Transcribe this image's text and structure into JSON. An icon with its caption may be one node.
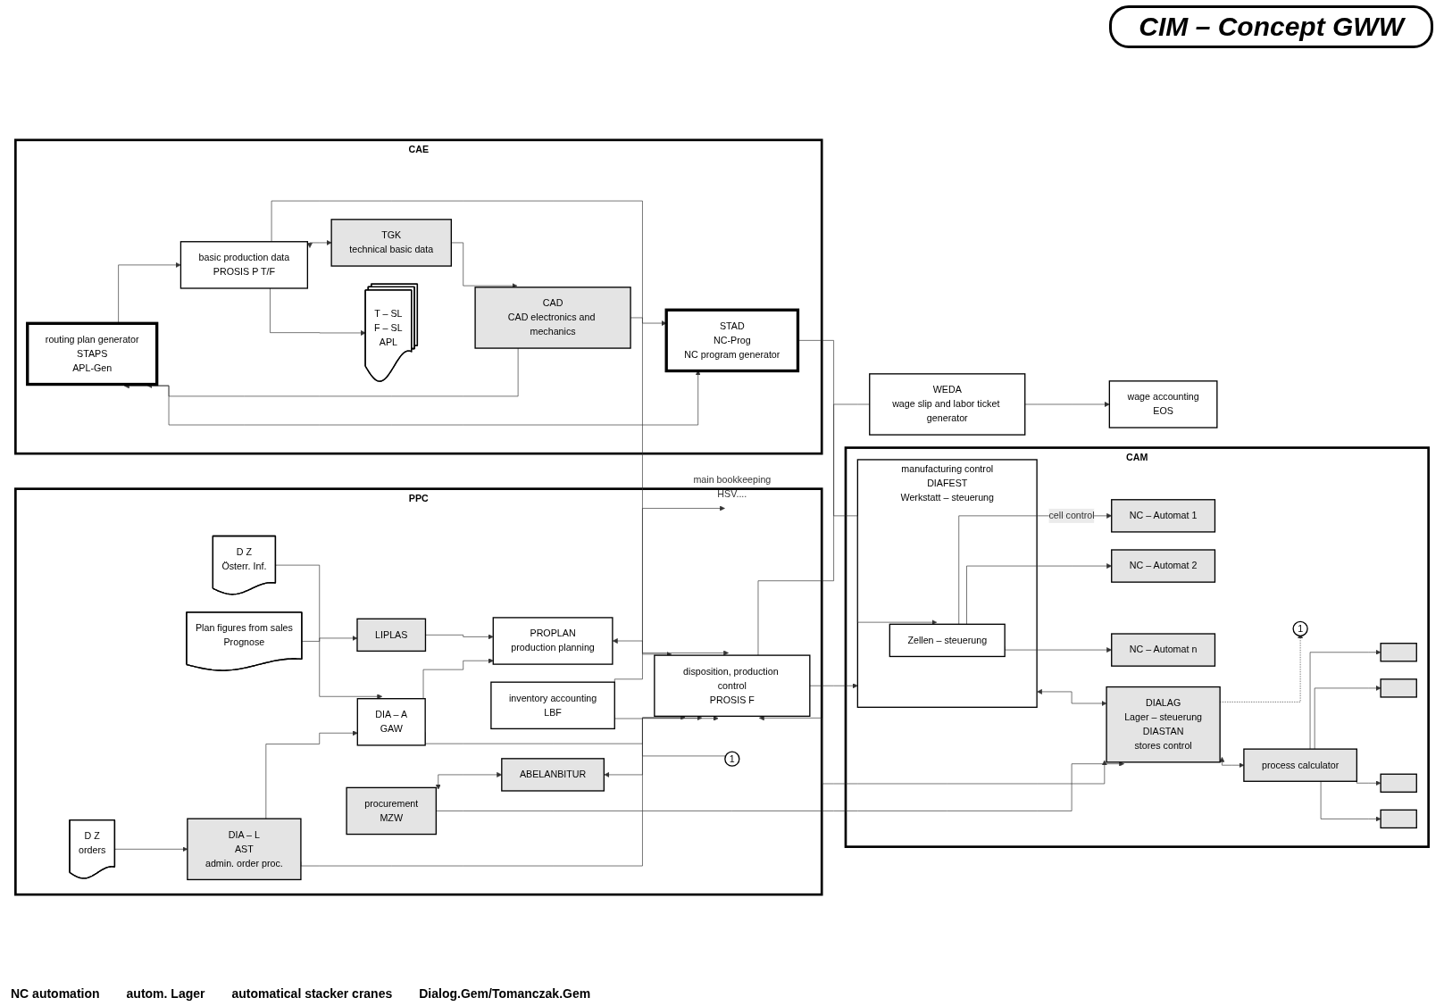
{
  "diagram": {
    "title": "CIM – Concept GWW",
    "nodes": [
      {
        "text": [
          "PPC"
        ]
      },
      {
        "text": [
          "D Z",
          "orders"
        ],
        "in": 0
      },
      {
        "text": [
          "D Z",
          "Österr. Inf."
        ],
        "in": 0
      },
      {
        "text": [
          "Plan figures from sales",
          "Prognose"
        ],
        "in": 0
      },
      {
        "text": [
          "LIPLAS"
        ],
        "in": 0
      },
      {
        "text": [
          "DIA – L",
          "AST",
          "admin. order proc."
        ],
        "in": 0
      },
      {
        "text": [
          "PROPLAN",
          "production planning"
        ],
        "in": 0
      },
      {
        "text": [
          "DIA – A",
          "GAW"
        ],
        "in": 0
      },
      {
        "text": [
          "inventory accounting",
          "LBF"
        ],
        "in": 0
      },
      {
        "text": [
          "1"
        ],
        "in": 0
      },
      {
        "text": [
          "disposition, production control",
          "PROSIS F"
        ],
        "in": 0
      },
      {
        "text": [
          "procurement",
          "MZW"
        ],
        "in": 0
      },
      {
        "text": [
          "ABELANBITUR"
        ],
        "in": 0
      },
      {
        "text": [
          "main bookkeeping",
          "HSV...."
        ]
      },
      {
        "text": [
          "CAE"
        ]
      },
      {
        "text": [
          "routing plan generator",
          "STAPS",
          "APL-Gen"
        ],
        "in": 14
      },
      {
        "text": [
          "basic production data",
          "PROSIS P T/F"
        ],
        "in": 14
      },
      {
        "text": [
          "TGK",
          "technical basic data"
        ],
        "in": 14
      },
      {
        "text": [
          "CAD",
          "CAD electronics and mechanics"
        ],
        "in": 14
      },
      {
        "text": [
          "STAD",
          "NC-Prog",
          "NC program generator"
        ],
        "in": 14
      },
      {
        "text": [
          "T – SL",
          "F – SL",
          "APL"
        ],
        "in": 14
      },
      {
        "text": [
          "wage accounting",
          "EOS"
        ]
      },
      {
        "text": [
          "WEDA",
          "wage slip and labor ticket generator"
        ]
      },
      {
        "text": [
          "CAM"
        ]
      },
      {
        "text": [
          "manufacturing control",
          "DIAFEST",
          "Werkstatt – steuerung"
        ],
        "in": 23
      },
      {
        "text": [
          "Zellen – steuerung"
        ],
        "in": 24
      },
      {
        "text": [
          "DIALAG",
          "Lager – steuerung",
          "DIASTAN",
          "stores control"
        ],
        "in": 23
      },
      {
        "text": [
          "1"
        ],
        "in": 23
      },
      {
        "text": [
          "process calculator"
        ],
        "in": 23
      },
      {
        "text": [],
        "shape": "box",
        "in": 23
      },
      {
        "text": [],
        "shape": "box",
        "in": 23
      },
      {
        "text": [],
        "shape": "box",
        "in": 23
      },
      {
        "text": [],
        "shape": "box",
        "in": 23
      },
      {
        "text": [
          "NC – Automat 1"
        ],
        "in": 23
      },
      {
        "text": [
          "NC – Automat 2"
        ],
        "in": 23
      },
      {
        "text": [
          "NC – Automat n"
        ],
        "in": 23
      }
    ],
    "edges": [
      {
        "from": 1,
        "to": 5,
        "arrow": "to"
      },
      {
        "from": 2,
        "to": 7,
        "arrow": "to"
      },
      {
        "from": 3,
        "to": 4,
        "arrow": "to"
      },
      {
        "from": 4,
        "to": 6,
        "arrow": "to"
      },
      {
        "from": 5,
        "to": 7,
        "arrow": "to"
      },
      {
        "from": 7,
        "to": 6,
        "arrow": "to"
      },
      {
        "from": 5,
        "to": 10,
        "arrow": "to"
      },
      {
        "from": 7,
        "to": 10,
        "arrow": "to"
      },
      {
        "from": 6,
        "to": 10,
        "arrow": "both"
      },
      {
        "from": 8,
        "to": 13,
        "arrow": "to"
      },
      {
        "from": 8,
        "to": 9,
        "arrow": "none"
      },
      {
        "from": 11,
        "to": 12,
        "arrow": "both"
      },
      {
        "from": 12,
        "to": 10,
        "arrow": "both"
      },
      {
        "from": 16,
        "to": 10,
        "arrow": "to"
      },
      {
        "from": 26,
        "to": 10,
        "arrow": "both"
      },
      {
        "from": 11,
        "to": 26,
        "arrow": "to"
      },
      {
        "from": 10,
        "to": 22,
        "arrow": "none"
      },
      {
        "from": 10,
        "to": 24,
        "arrow": "to"
      },
      {
        "from": 22,
        "to": 21,
        "arrow": "to"
      },
      {
        "from": 15,
        "to": 16,
        "arrow": "to"
      },
      {
        "from": 16,
        "to": 17,
        "arrow": "both"
      },
      {
        "from": 17,
        "to": 18,
        "arrow": "to"
      },
      {
        "from": 18,
        "to": 15,
        "arrow": "to"
      },
      {
        "from": 18,
        "to": 19,
        "arrow": "to"
      },
      {
        "from": 19,
        "to": 15,
        "arrow": "both"
      },
      {
        "from": 16,
        "to": 20,
        "arrow": "to"
      },
      {
        "from": 19,
        "to": 25,
        "arrow": "to"
      },
      {
        "from": 24,
        "to": 26,
        "arrow": "both"
      },
      {
        "from": 26,
        "to": 27,
        "arrow": "to",
        "style": "dashed"
      },
      {
        "from": 26,
        "to": 28,
        "arrow": "both"
      },
      {
        "from": 28,
        "to": 29,
        "arrow": "to"
      },
      {
        "from": 28,
        "to": 30,
        "arrow": "to"
      },
      {
        "from": 28,
        "to": 31,
        "arrow": "to"
      },
      {
        "from": 28,
        "to": 32,
        "arrow": "to"
      },
      {
        "from": 25,
        "to": 33,
        "arrow": "to",
        "label": "cell control"
      },
      {
        "from": 25,
        "to": 34,
        "arrow": "to"
      },
      {
        "from": 25,
        "to": 35,
        "arrow": "to"
      }
    ],
    "labels": [
      "NC automation",
      "autom. Lager",
      "automatical stacker cranes",
      "Dialog.Gem/Tomanczak.Gem"
    ]
  }
}
